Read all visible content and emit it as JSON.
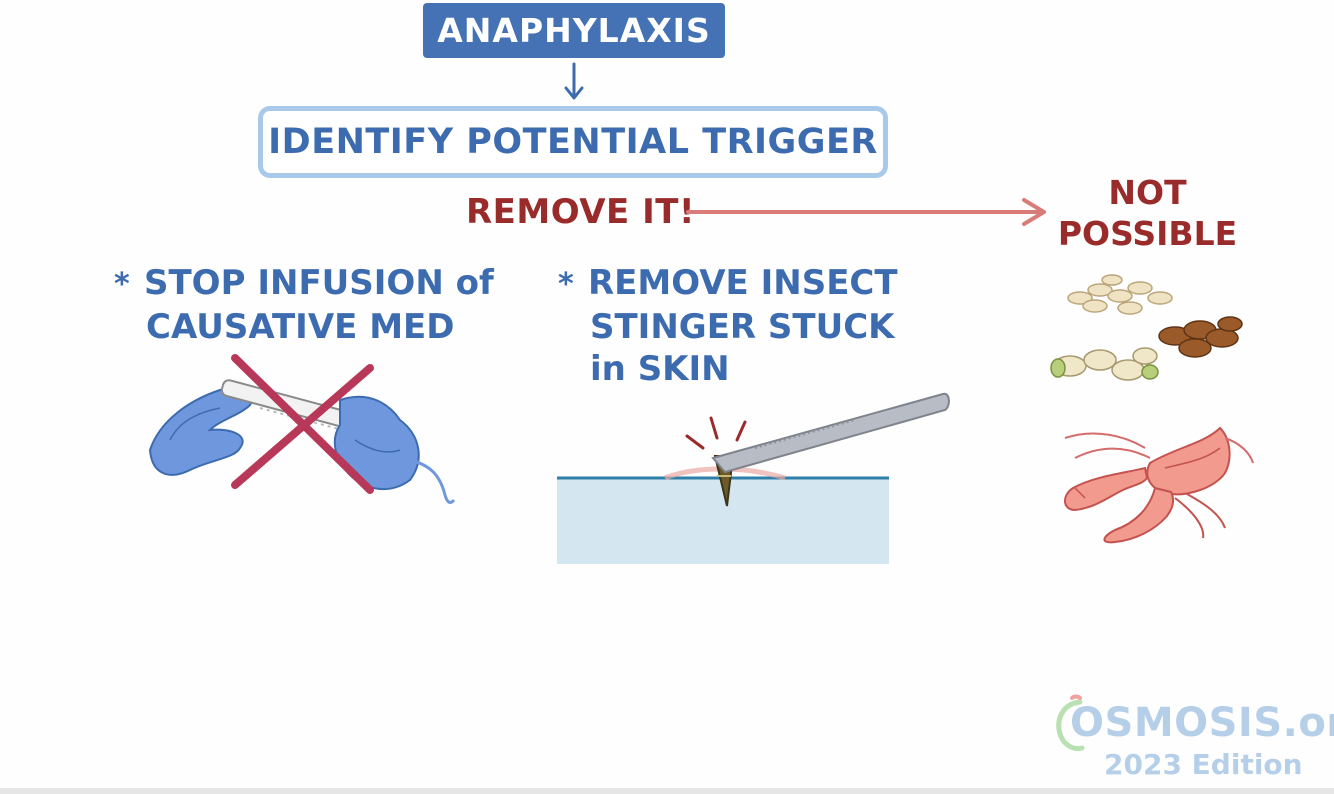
{
  "title": "ANAPHYLAXIS",
  "step": "IDENTIFY POTENTIAL TRIGGER",
  "action": "REMOVE IT!",
  "not_possible": [
    "NOT",
    "POSSIBLE"
  ],
  "notes": {
    "bullet": "*",
    "left": [
      "STOP INFUSION of",
      "CAUSATIVE MED"
    ],
    "middle": [
      "REMOVE INSECT",
      "STINGER STUCK",
      "in SKIN"
    ]
  },
  "watermark": {
    "brand": "OSMOSIS.org",
    "edition": "2023 Edition"
  },
  "colors": {
    "blue_dark": "#4472b5",
    "blue_text": "#3d6bb0",
    "blue_light": "#a9c9ea",
    "red_text": "#9a2b2b",
    "red_arrow": "#d97b78",
    "cross": "#b8385a"
  },
  "icons": [
    "gloved-hands-iv-line",
    "red-x-mark",
    "tweezers-stinger-skin",
    "nuts-pile",
    "lobster"
  ]
}
